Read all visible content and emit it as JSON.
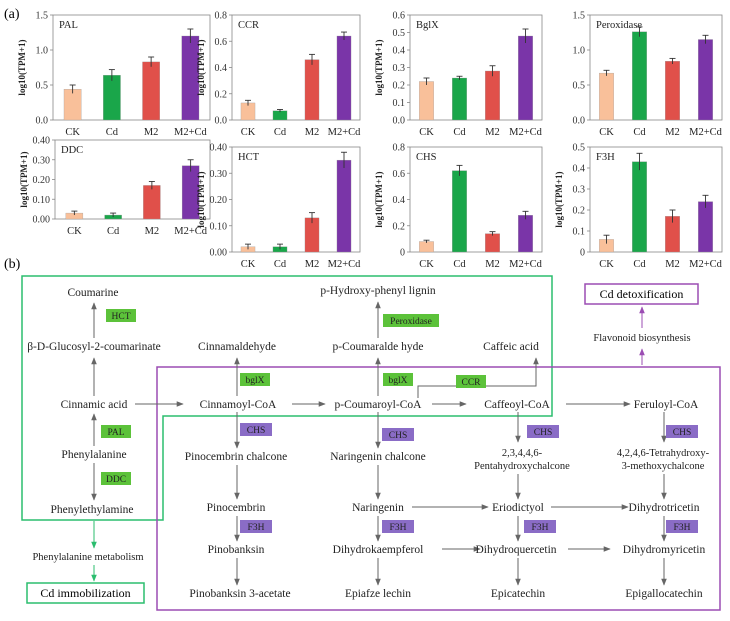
{
  "panel_a_label": "(a)",
  "panel_b_label": "(b)",
  "categories_label_list": [
    "CK",
    "Cd",
    "M2",
    "M2+Cd"
  ],
  "colors": {
    "CK": "#f9c09a",
    "Cd": "#1aa64a",
    "M2": "#e0504a",
    "M2+Cd": "#7a35a8",
    "green_box": "#2bbd6e",
    "purple_box": "#9b4db3",
    "green_tag": "#5cc23a",
    "purple_tag": "#8a6cc6",
    "beige_tag": "#f4b07f"
  },
  "chart_data": [
    {
      "type": "bar",
      "title": "PAL",
      "ylabel": "log10(TPM+1)",
      "categories": [
        "CK",
        "Cd",
        "M2",
        "M2+Cd"
      ],
      "values": [
        0.44,
        0.64,
        0.83,
        1.2
      ],
      "errors": [
        0.06,
        0.08,
        0.07,
        0.1
      ],
      "ylim": [
        0,
        1.5
      ],
      "yticks": [
        "0.0",
        "0.5",
        "1.0",
        "1.5"
      ]
    },
    {
      "type": "bar",
      "title": "CCR",
      "ylabel": "log10(TPM+1)",
      "categories": [
        "CK",
        "Cd",
        "M2",
        "M2+Cd"
      ],
      "values": [
        0.13,
        0.07,
        0.46,
        0.64
      ],
      "errors": [
        0.02,
        0.01,
        0.04,
        0.03
      ],
      "ylim": [
        0,
        0.8
      ],
      "yticks": [
        "0.0",
        "0.2",
        "0.4",
        "0.6",
        "0.8"
      ]
    },
    {
      "type": "bar",
      "title": "BglX",
      "ylabel": "log10(TPM+1)",
      "categories": [
        "CK",
        "Cd",
        "M2",
        "M2+Cd"
      ],
      "values": [
        0.22,
        0.24,
        0.28,
        0.48
      ],
      "errors": [
        0.02,
        0.01,
        0.03,
        0.04
      ],
      "ylim": [
        0,
        0.6
      ],
      "yticks": [
        "0.0",
        "0.1",
        "0.2",
        "0.3",
        "0.4",
        "0.5",
        "0.6"
      ]
    },
    {
      "type": "bar",
      "title": "Peroxidase",
      "ylabel": "",
      "categories": [
        "CK",
        "Cd",
        "M2",
        "M2+Cd"
      ],
      "values": [
        0.67,
        1.26,
        0.84,
        1.15
      ],
      "errors": [
        0.04,
        0.07,
        0.04,
        0.06
      ],
      "ylim": [
        0,
        1.5
      ],
      "yticks": [
        "0.0",
        "0.5",
        "1.0",
        "1.5"
      ]
    },
    {
      "type": "bar",
      "title": "DDC",
      "ylabel": "log10(TPM+1)",
      "categories": [
        "CK",
        "Cd",
        "M2",
        "M2+Cd"
      ],
      "values": [
        0.03,
        0.02,
        0.17,
        0.27
      ],
      "errors": [
        0.01,
        0.01,
        0.02,
        0.03
      ],
      "ylim": [
        0,
        0.4
      ],
      "yticks": [
        "0.00",
        "0.10",
        "0.20",
        "0.30",
        "0.40"
      ]
    },
    {
      "type": "bar",
      "title": "HCT",
      "ylabel": "log10(TPM+1)",
      "categories": [
        "CK",
        "Cd",
        "M2",
        "M2+Cd"
      ],
      "values": [
        0.02,
        0.02,
        0.13,
        0.35
      ],
      "errors": [
        0.01,
        0.01,
        0.02,
        0.03
      ],
      "ylim": [
        0,
        0.4
      ],
      "yticks": [
        "0.00",
        "0.10",
        "0.20",
        "0.30",
        "0.40"
      ]
    },
    {
      "type": "bar",
      "title": "CHS",
      "ylabel": "log10(TPM+1)",
      "categories": [
        "CK",
        "Cd",
        "M2",
        "M2+Cd"
      ],
      "values": [
        0.08,
        0.62,
        0.14,
        0.28
      ],
      "errors": [
        0.01,
        0.04,
        0.015,
        0.03
      ],
      "ylim": [
        0,
        0.8
      ],
      "yticks": [
        "0",
        "0.2",
        "0.4",
        "0.6",
        "0.8"
      ]
    },
    {
      "type": "bar",
      "title": "F3H",
      "ylabel": "log10(TPM+1)",
      "categories": [
        "CK",
        "Cd",
        "M2",
        "M2+Cd"
      ],
      "values": [
        0.06,
        0.43,
        0.17,
        0.24
      ],
      "errors": [
        0.02,
        0.04,
        0.03,
        0.03
      ],
      "ylim": [
        0,
        0.5
      ],
      "yticks": [
        "0",
        "0.1",
        "0.2",
        "0.3",
        "0.4",
        "0.5"
      ]
    }
  ],
  "pathway": {
    "nodes": {
      "coumarine": "Coumarine",
      "glucosyl": "β-D-Glucosyl-2-coumarinate",
      "cinnamic_acid": "Cinnamic acid",
      "phenylalanine": "Phenylalanine",
      "phenylethylamine": "Phenylethylamine",
      "phe_metabolism": "Phenylalanine metabolism",
      "cd_immobilization": "Cd immobilization",
      "cinnamaldehyde": "Cinnamaldehyde",
      "cinnamoyl_coa": "Cinnamoyl-CoA",
      "pinocembrin_chalcone": "Pinocembrin chalcone",
      "pinocembrin": "Pinocembrin",
      "pinobanksin": "Pinobanksin",
      "pinobanksin_acetate": "Pinobanksin 3-acetate",
      "hydroxyphenyl_lignin": "p-Hydroxy-phenyl lignin",
      "coumaraldehyde": "p-Coumaralde hyde",
      "coumaroyl_coa": "p-Coumaroyl-CoA",
      "naringenin_chalcone": "Naringenin chalcone",
      "naringenin": "Naringenin",
      "dihydrokaempferol": "Dihydrokaempferol",
      "epiafzelechin": "Epiafze lechin",
      "caffeic_acid": "Caffeic acid",
      "caffeoyl_coa": "Caffeoyl-CoA",
      "pentahydroxychalcone_1": "2,3,4,4,6-",
      "pentahydroxychalcone_2": "Pentahydroxychalcone",
      "eriodictyol": "Eriodictyol",
      "dihydroquercetin": "Dihydroquercetin",
      "epicatechin": "Epicatechin",
      "feruloyl_coa": "Feruloyl-CoA",
      "methoxychalcone_1": "4,2,4,6-Tetrahydroxy-",
      "methoxychalcone_2": "3-methoxychalcone",
      "dihydrotricetin": "Dihydrotricetin",
      "dihydromyricetin": "Dihydromyricetin",
      "epigallocatechin": "Epigallocatechin",
      "flavonoid_biosynthesis": "Flavonoid biosynthesis",
      "cd_detoxification": "Cd detoxification"
    },
    "enzymes": {
      "hct": "HCT",
      "pal": "PAL",
      "ddc": "DDC",
      "bglx_1": "bglX",
      "bglx_2": "bglX",
      "peroxidase": "Peroxidase",
      "ccr": "CCR",
      "chs_1": "CHS",
      "chs_2": "CHS",
      "chs_3": "CHS",
      "chs_4": "CHS",
      "f3h_1": "F3H",
      "f3h_2": "F3H",
      "f3h_3": "F3H",
      "f3h_4": "F3H"
    }
  }
}
